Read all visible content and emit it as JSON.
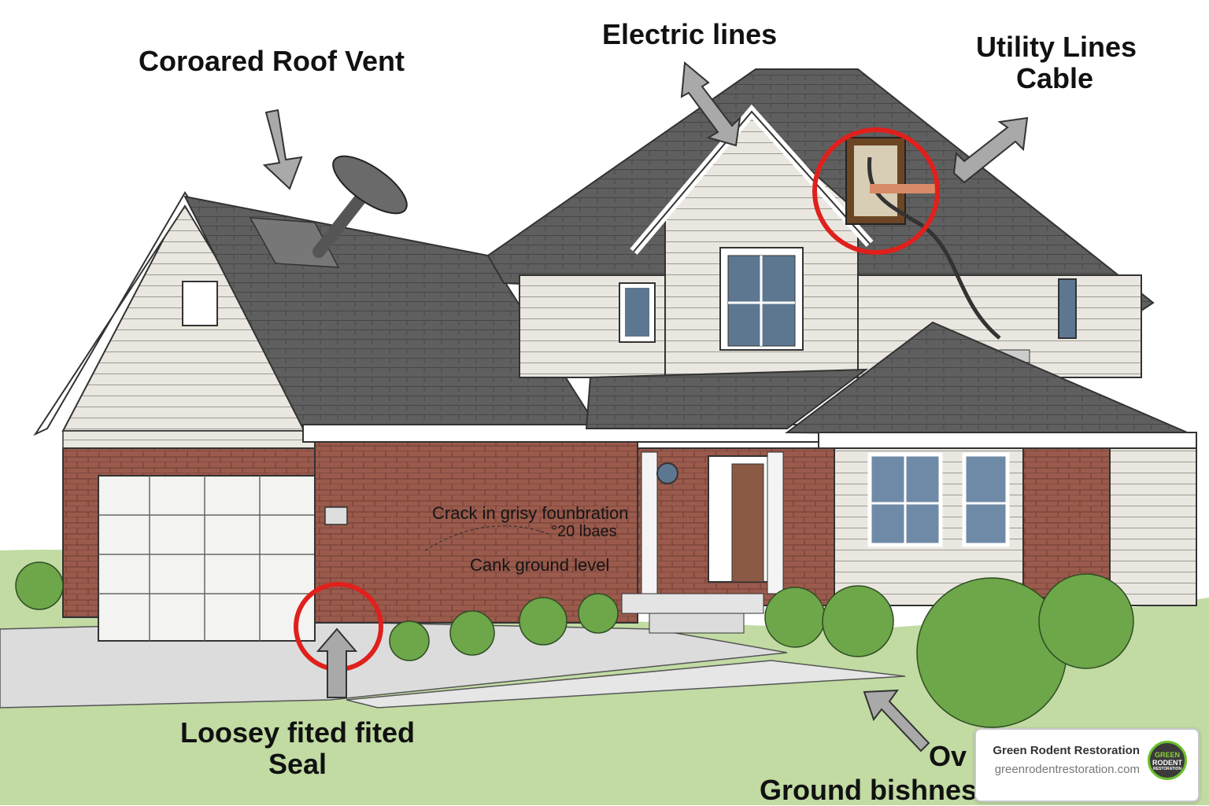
{
  "labels": {
    "roof_vent": "Coroared Roof Vent",
    "electric": "Electric lines",
    "utility_line1": "Utility Lines",
    "utility_line2": "Cable",
    "seal_line1": "Loosey fited fited",
    "seal_line2": "Seal",
    "ground_line1": "Ov",
    "ground_line2": "Ground bishnes"
  },
  "wall_text": {
    "crack": "Crack in grisy founbration",
    "measure": "°20 lbaes",
    "ground": "Cank ground level"
  },
  "badge": {
    "name": "Green Rodent Restoration",
    "url": "greenrodentrestoration.com",
    "logo_text": [
      "GREEN",
      "RODENT",
      "RESTORATION"
    ]
  },
  "colors": {
    "highlight_circle": "#e0201c",
    "roof": "#5f5f5f",
    "siding": "#e9e7df",
    "brick": "#9a5a4c",
    "lawn": "#7fb04a",
    "arrow": "#a9a9a9"
  }
}
